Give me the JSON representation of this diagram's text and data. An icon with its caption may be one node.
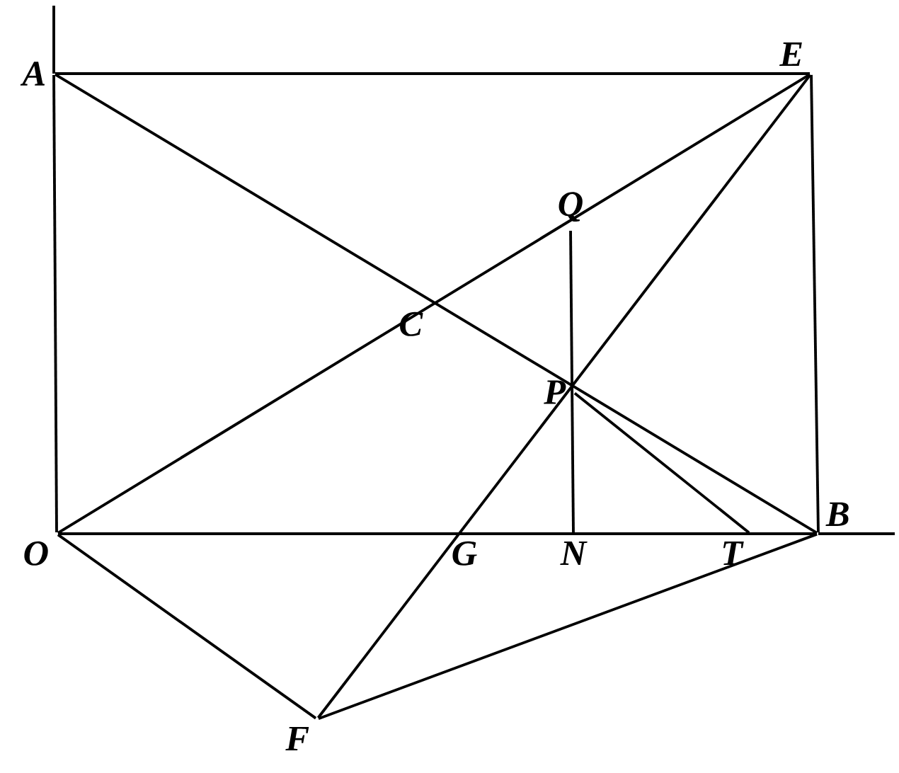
{
  "diagram": {
    "nodes": [
      {
        "text": [
          "A"
        ]
      },
      {
        "text": [
          "E"
        ]
      },
      {
        "text": [
          "Q"
        ]
      },
      {
        "text": [
          "C"
        ]
      },
      {
        "text": [
          "P"
        ]
      },
      {
        "text": [
          "O"
        ]
      },
      {
        "text": [
          "G"
        ]
      },
      {
        "text": [
          "N"
        ]
      },
      {
        "text": [
          "T"
        ]
      },
      {
        "text": [
          "B"
        ]
      },
      {
        "text": [
          "F"
        ]
      }
    ],
    "edges": [
      {
        "from": 5,
        "to": 0,
        "arrow": "none"
      },
      {
        "from": 5,
        "to": 9,
        "arrow": "none"
      },
      {
        "from": 0,
        "to": 1,
        "arrow": "none"
      },
      {
        "from": 1,
        "to": 9,
        "arrow": "none"
      },
      {
        "from": 0,
        "to": 9,
        "arrow": "none"
      },
      {
        "from": 5,
        "to": 1,
        "arrow": "none"
      },
      {
        "from": 10,
        "to": 1,
        "arrow": "none"
      },
      {
        "from": 2,
        "to": 7,
        "arrow": "none"
      },
      {
        "from": 4,
        "to": 8,
        "arrow": "none"
      },
      {
        "from": 5,
        "to": 10,
        "arrow": "none"
      },
      {
        "from": 10,
        "to": 9,
        "arrow": "none"
      }
    ]
  }
}
